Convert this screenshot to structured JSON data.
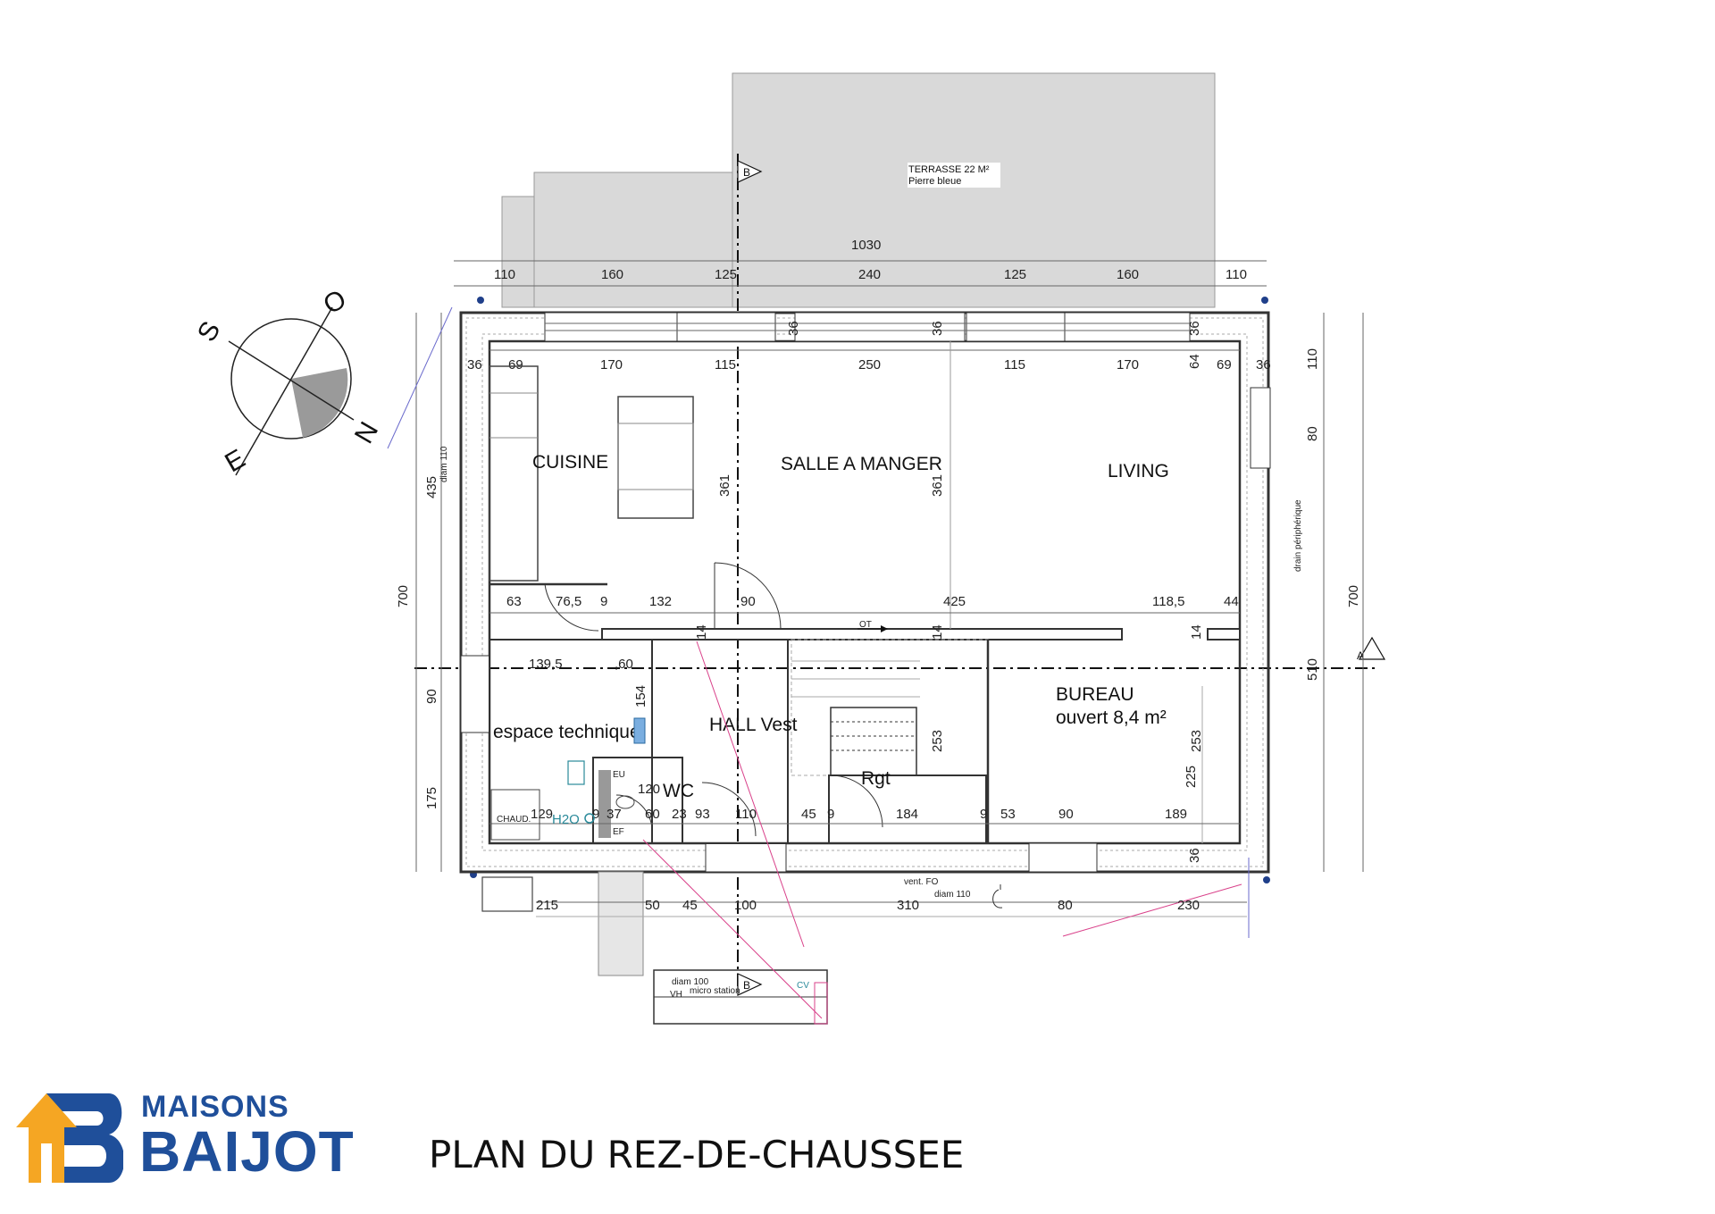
{
  "terrace": {
    "line1": "TERRASSE 22 M²",
    "line2": "Pierre bleue"
  },
  "section_marks": {
    "b_top": "B",
    "b_bottom": "B",
    "a_right": "A"
  },
  "overall_width": "1030",
  "top_dims": [
    "110",
    "160",
    "125",
    "240",
    "125",
    "160",
    "110"
  ],
  "inner_top_dims": [
    "36",
    "69",
    "170",
    "115",
    "250",
    "115",
    "170",
    "64",
    "69",
    "36"
  ],
  "wall_dims": [
    "36",
    "36",
    "36"
  ],
  "left_dims": {
    "total": "700",
    "upper": "435",
    "middle": "90",
    "lower": "175",
    "diam": "diam 110"
  },
  "right_dims": {
    "total": "700",
    "top": "110",
    "window": "80",
    "lower": "510",
    "drain": "drain périphérique"
  },
  "rooms": {
    "cuisine": "CUISINE",
    "salle": "SALLE A MANGER",
    "living": "LIVING",
    "bureau_1": "BUREAU",
    "bureau_2": "ouvert 8,4 m²",
    "technique": "espace technique",
    "hall": "HALL Vest",
    "wc": "WC",
    "rgt": "Rgt"
  },
  "mid_dims": [
    "63",
    "76,5",
    "9",
    "132",
    "90",
    "425",
    "118,5",
    "44",
    "14",
    "14",
    "14"
  ],
  "room_heights": [
    "361",
    "361",
    "253",
    "253",
    "225",
    "154"
  ],
  "tech_dims": [
    "139,5",
    ",60"
  ],
  "bottom_row_dims": [
    "129",
    "9",
    "37",
    "60",
    "23",
    "93",
    "110",
    "45",
    "9",
    "184",
    "9",
    "53",
    "90",
    "189",
    "36"
  ],
  "fixtures": {
    "chaud": "CHAUD.",
    "h2o": "H2O",
    "eu": "EU",
    "ef": "EF",
    "wc_120": "120",
    "ot": "OT"
  },
  "outside_dims": [
    "215",
    "50",
    "45",
    "100",
    "310",
    "80",
    "230"
  ],
  "outside_notes": {
    "vent": "vent. FO",
    "diam_fo": "diam 110",
    "diam_100": "diam 100",
    "vh": "VH",
    "micro": "micro station",
    "cv": "CV"
  },
  "compass": {
    "s": "S",
    "o": "O",
    "e": "E",
    "n": "N"
  },
  "brand": {
    "line1": "MAISONS",
    "line2": "BAIJOT"
  },
  "title": "PLAN DU REZ-DE-CHAUSSEE",
  "colors": {
    "brand_blue": "#1f4f9a",
    "brand_orange": "#f5a623",
    "terrace_gray": "#d9d9d9",
    "wall": "#333333",
    "accent_teal": "#2a8a9a",
    "drain_line": "#d9418a"
  }
}
